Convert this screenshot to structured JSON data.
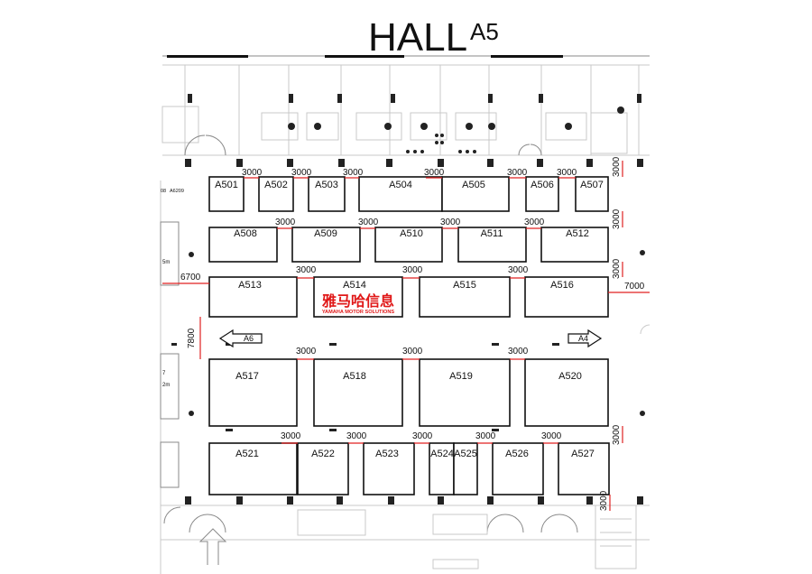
{
  "title": {
    "main": "HALL",
    "sub": "A5"
  },
  "sponsor": {
    "cn": "雅马哈信息",
    "en": "YAMAHA MOTOR SOLUTIONS",
    "color": "#e01818"
  },
  "directions": {
    "left": "A6",
    "right": "A4"
  },
  "colors": {
    "dimension": "#e02020",
    "outline": "#111111",
    "background_plan": "#c9c9c9"
  },
  "booths": [
    {
      "id": "A501"
    },
    {
      "id": "A502"
    },
    {
      "id": "A503"
    },
    {
      "id": "A504"
    },
    {
      "id": "A505"
    },
    {
      "id": "A506"
    },
    {
      "id": "A507"
    },
    {
      "id": "A508"
    },
    {
      "id": "A509"
    },
    {
      "id": "A510"
    },
    {
      "id": "A511"
    },
    {
      "id": "A512"
    },
    {
      "id": "A513"
    },
    {
      "id": "A514"
    },
    {
      "id": "A515"
    },
    {
      "id": "A516"
    },
    {
      "id": "A517"
    },
    {
      "id": "A518"
    },
    {
      "id": "A519"
    },
    {
      "id": "A520"
    },
    {
      "id": "A521"
    },
    {
      "id": "A522"
    },
    {
      "id": "A523"
    },
    {
      "id": "A524"
    },
    {
      "id": "A525"
    },
    {
      "id": "A526"
    },
    {
      "id": "A527"
    }
  ],
  "dimensions": [
    {
      "value": "3000"
    },
    {
      "value": "3000"
    },
    {
      "value": "3000"
    },
    {
      "value": "3000"
    },
    {
      "value": "3000"
    },
    {
      "value": "3000"
    },
    {
      "value": "3000"
    },
    {
      "value": "3000"
    },
    {
      "value": "3000"
    },
    {
      "value": "3000"
    },
    {
      "value": "3000"
    },
    {
      "value": "3000"
    },
    {
      "value": "3000"
    },
    {
      "value": "3000"
    },
    {
      "value": "3000"
    },
    {
      "value": "3000"
    },
    {
      "value": "3000"
    },
    {
      "value": "3000"
    },
    {
      "value": "3000"
    },
    {
      "value": "3000"
    },
    {
      "value": "3000"
    },
    {
      "value": "3000"
    },
    {
      "value": "3000"
    },
    {
      "value": "3000"
    },
    {
      "value": "3000"
    },
    {
      "value": "3000"
    },
    {
      "value": "6700"
    },
    {
      "value": "7000"
    },
    {
      "value": "7800"
    }
  ],
  "edge_text": [
    "08",
    "A6209",
    "5m",
    "7",
    "2m"
  ]
}
